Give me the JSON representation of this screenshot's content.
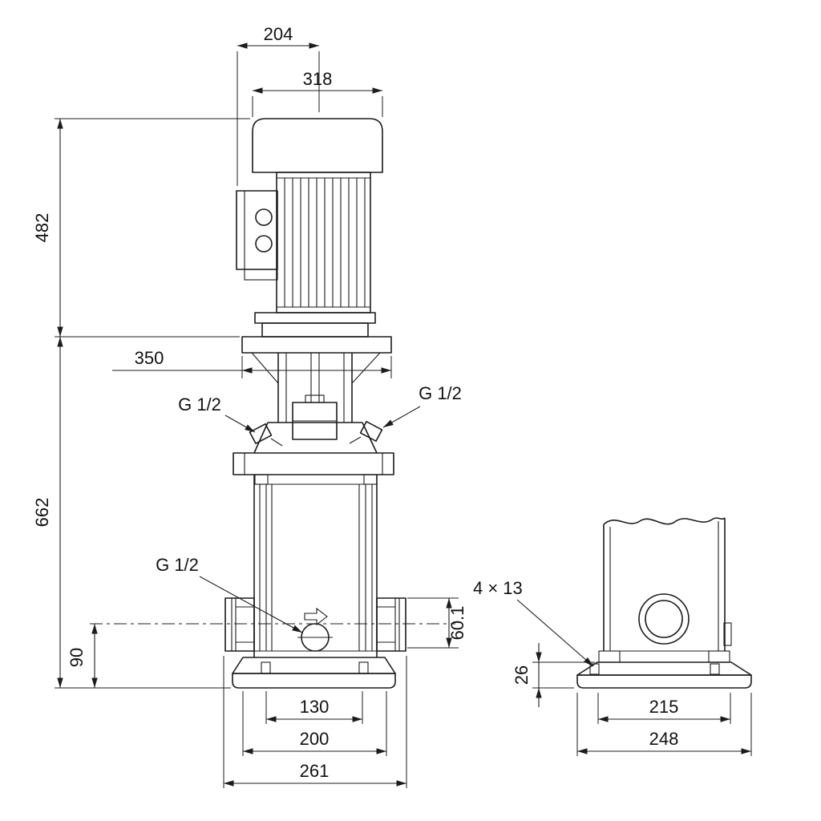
{
  "drawing": {
    "type": "technical-dimension-drawing",
    "subject": "vertical-multistage-pump",
    "front_view": {
      "dim_204": "204",
      "dim_318": "318",
      "dim_482": "482",
      "dim_350": "350",
      "dim_662": "662",
      "port_thread_left": "G 1/2",
      "port_thread_right": "G 1/2",
      "drain_thread": "G 1/2",
      "dim_90": "90",
      "dim_60_1": "60.1",
      "dim_130": "130",
      "dim_200": "200",
      "dim_261": "261"
    },
    "side_view": {
      "bolt_holes": "4 × 13",
      "dim_26": "26",
      "dim_215": "215",
      "dim_248": "248"
    },
    "colors": {
      "line": "#1c1c1c",
      "text": "#111111",
      "background": "#ffffff"
    }
  }
}
